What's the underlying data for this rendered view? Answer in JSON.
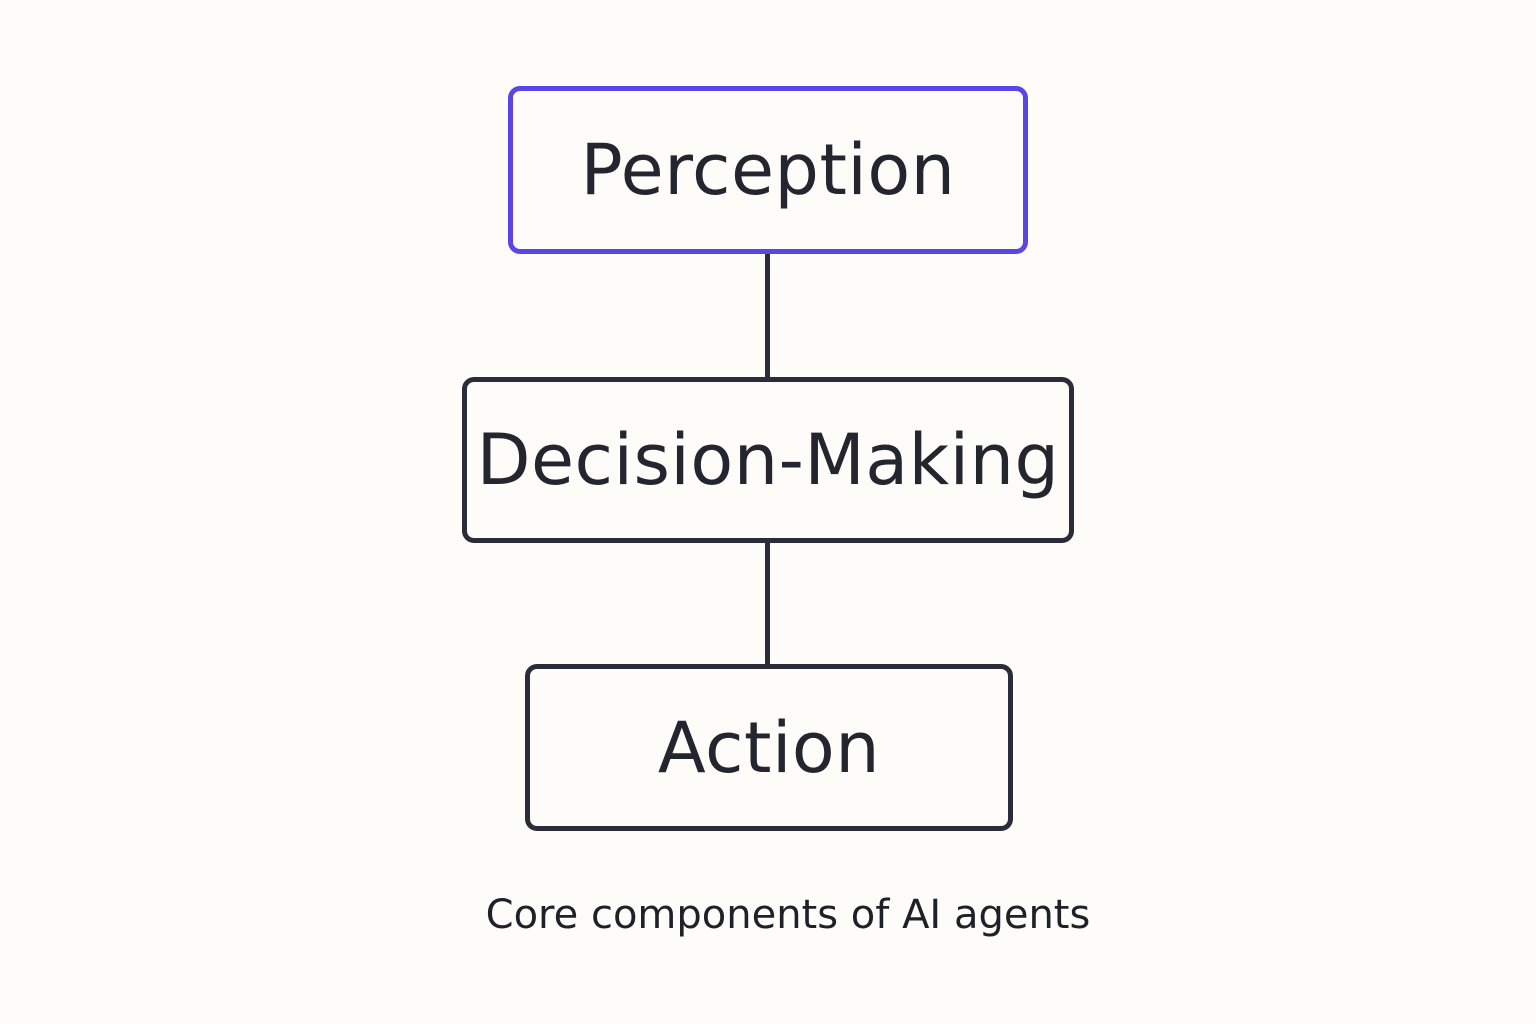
{
  "diagram": {
    "nodes": [
      {
        "id": "perception",
        "label": "Perception",
        "highlighted": true
      },
      {
        "id": "decision",
        "label": "Decision-Making",
        "highlighted": false
      },
      {
        "id": "action",
        "label": "Action",
        "highlighted": false
      }
    ],
    "edges": [
      {
        "from": "perception",
        "to": "decision"
      },
      {
        "from": "decision",
        "to": "action"
      }
    ],
    "caption": "Core components of AI agents"
  },
  "colors": {
    "background": "#fdfcf8",
    "node_border": "#2a2d39",
    "highlight_border": "#5a45e6",
    "text": "#23252f"
  }
}
